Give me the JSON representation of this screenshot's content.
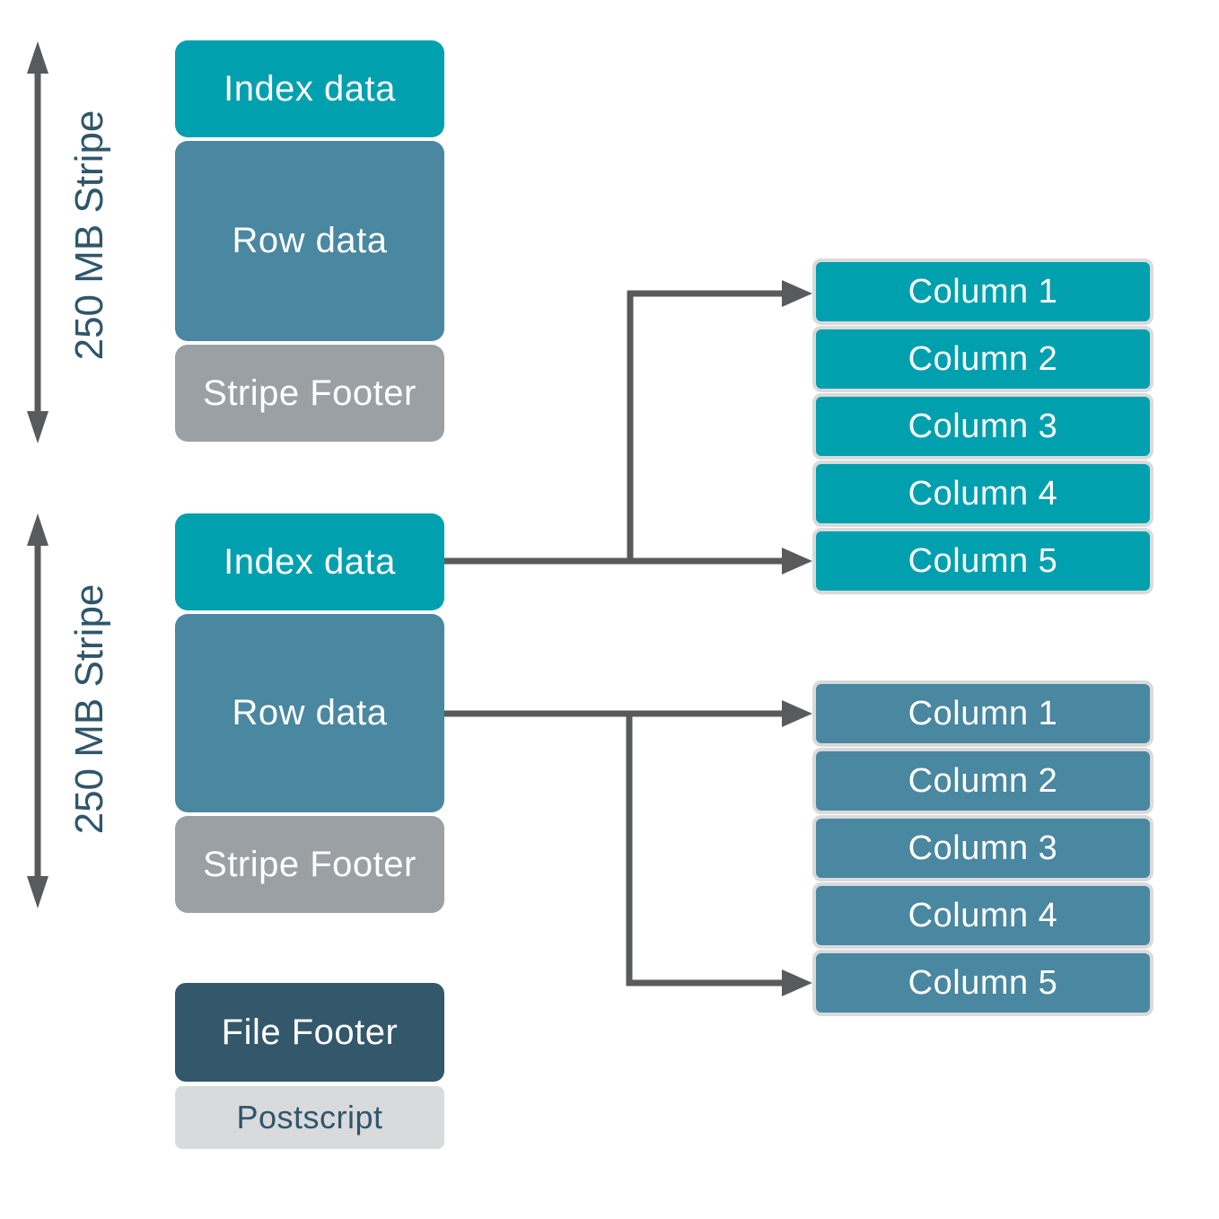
{
  "colors": {
    "teal": "#00A0AE",
    "steel_blue": "#4A87A0",
    "gray": "#9BA0A5",
    "dark_slate": "#33576B",
    "light_gray": "#D8DADC",
    "label_text": "#2F566B",
    "connector": "#595A5C",
    "box_text": "#FFFFFF",
    "column_border": "#D9DADB"
  },
  "stripes": [
    {
      "size_label": "250 MB Stripe",
      "blocks": [
        {
          "label": "Index data"
        },
        {
          "label": "Row data"
        },
        {
          "label": "Stripe Footer"
        }
      ]
    },
    {
      "size_label": "250 MB Stripe",
      "blocks": [
        {
          "label": "Index data"
        },
        {
          "label": "Row data"
        },
        {
          "label": "Stripe Footer"
        }
      ]
    }
  ],
  "file_footer_label": "File Footer",
  "postscript_label": "Postscript",
  "column_groups": [
    {
      "columns": [
        "Column 1",
        "Column 2",
        "Column 3",
        "Column 4",
        "Column 5"
      ]
    },
    {
      "columns": [
        "Column 1",
        "Column 2",
        "Column 3",
        "Column 4",
        "Column 5"
      ]
    }
  ]
}
